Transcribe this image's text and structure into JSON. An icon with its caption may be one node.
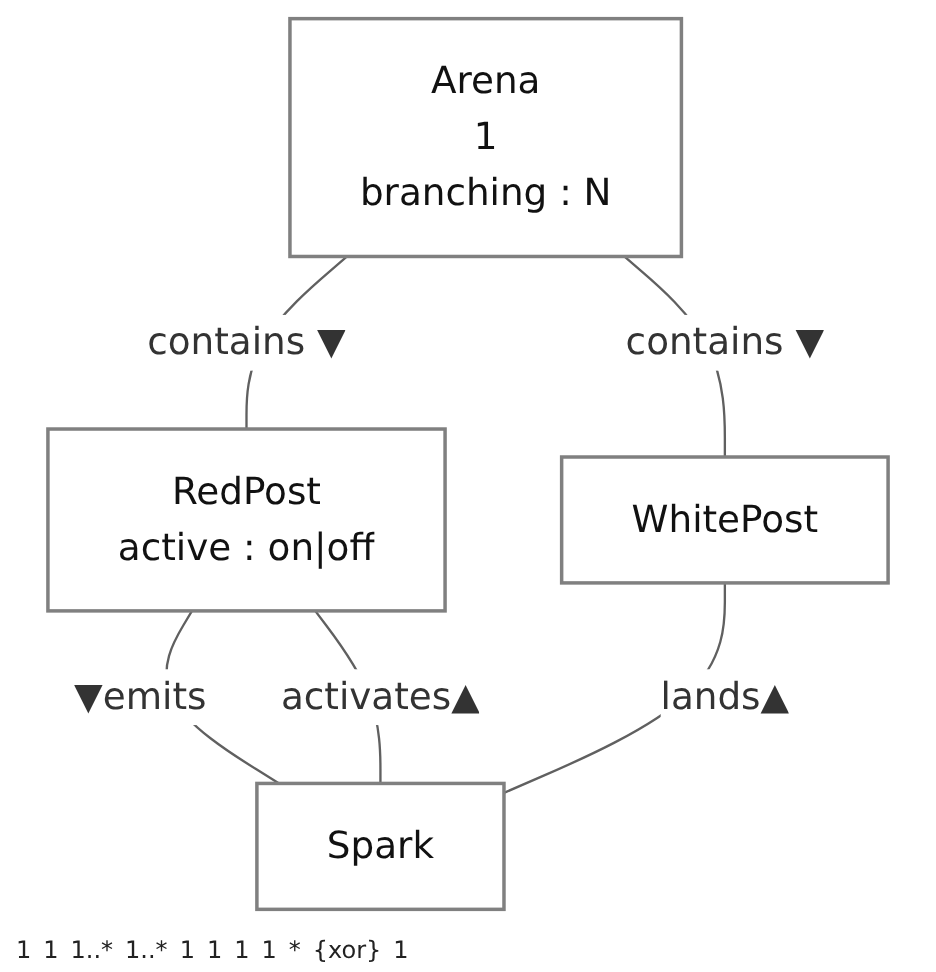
{
  "diagram": {
    "nodes": [
      {
        "text": [
          "Arena",
          "1",
          "branching : N"
        ]
      },
      {
        "text": [
          "RedPost",
          "active : on|off"
        ]
      },
      {
        "text": [
          "WhitePost"
        ]
      },
      {
        "text": [
          "Spark"
        ]
      }
    ],
    "edges": [
      {
        "from": 0,
        "to": 1,
        "arrow": "none",
        "label": "contains ▼"
      },
      {
        "from": 0,
        "to": 2,
        "arrow": "none",
        "label": "contains ▼"
      },
      {
        "from": 1,
        "to": 3,
        "arrow": "none",
        "label": "▼emits"
      },
      {
        "from": 1,
        "to": 3,
        "arrow": "none",
        "label": "activates▲"
      },
      {
        "from": 2,
        "to": 3,
        "arrow": "none",
        "label": "lands▲"
      }
    ],
    "labels": [
      "1",
      "1",
      "1..*",
      "1..*",
      "1",
      "1",
      "1",
      "1",
      "*",
      "{xor}",
      "1"
    ]
  }
}
